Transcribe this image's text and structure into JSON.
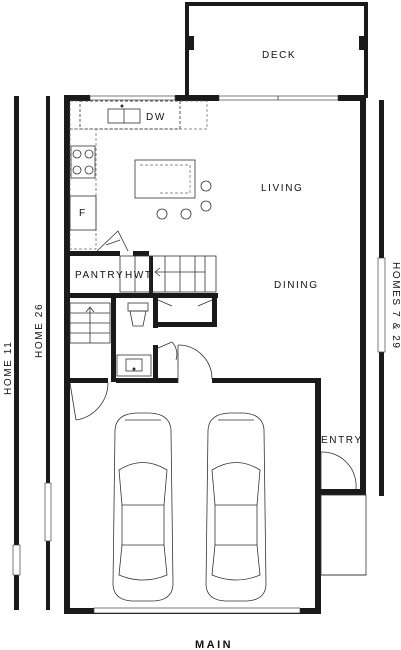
{
  "labels": {
    "deck": "DECK",
    "dw": "DW",
    "living": "LIVING",
    "fridge": "F",
    "pantry": "PANTRY",
    "hwt": "HWT",
    "dining": "DINING",
    "entry": "ENTRY",
    "level": "MAIN"
  },
  "neighbors": {
    "left_outer": "HOME 11",
    "left_inner": "HOME 26",
    "right": "HOMES 7 & 29"
  }
}
